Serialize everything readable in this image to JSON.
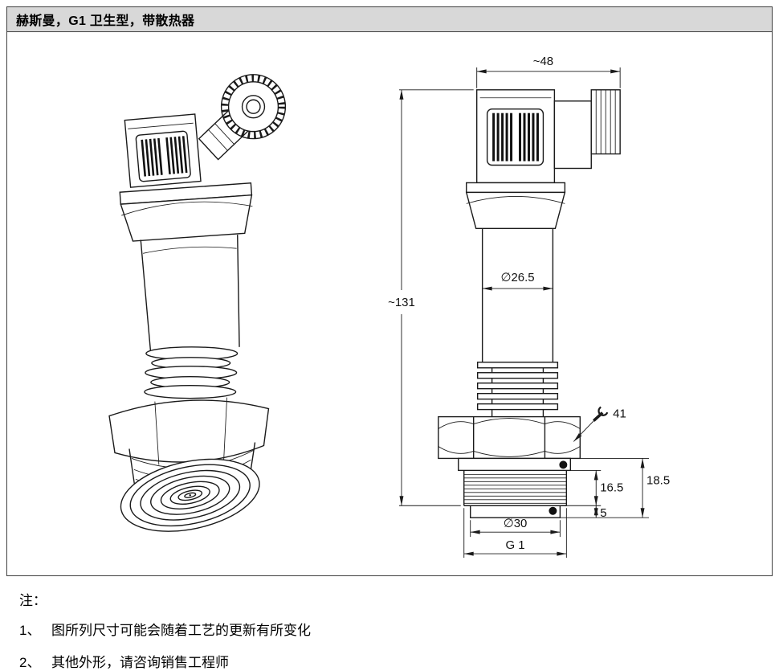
{
  "title": "赫斯曼，G1 卫生型，带散热器",
  "notes": {
    "label": "注：",
    "items": [
      {
        "num": "1、",
        "text": "图所列尺寸可能会随着工艺的更新有所变化"
      },
      {
        "num": "2、",
        "text": "其他外形，请咨询销售工程师"
      }
    ]
  },
  "drawing": {
    "dimensions": {
      "overall_width": "~48",
      "overall_height": "~131",
      "body_diameter": "∅26.5",
      "wrench_size": "41",
      "seal_height": "18.5",
      "thread_length": "16.5",
      "tip_height": "5",
      "pilot_diameter": "∅30",
      "thread_spec": "G 1"
    }
  }
}
